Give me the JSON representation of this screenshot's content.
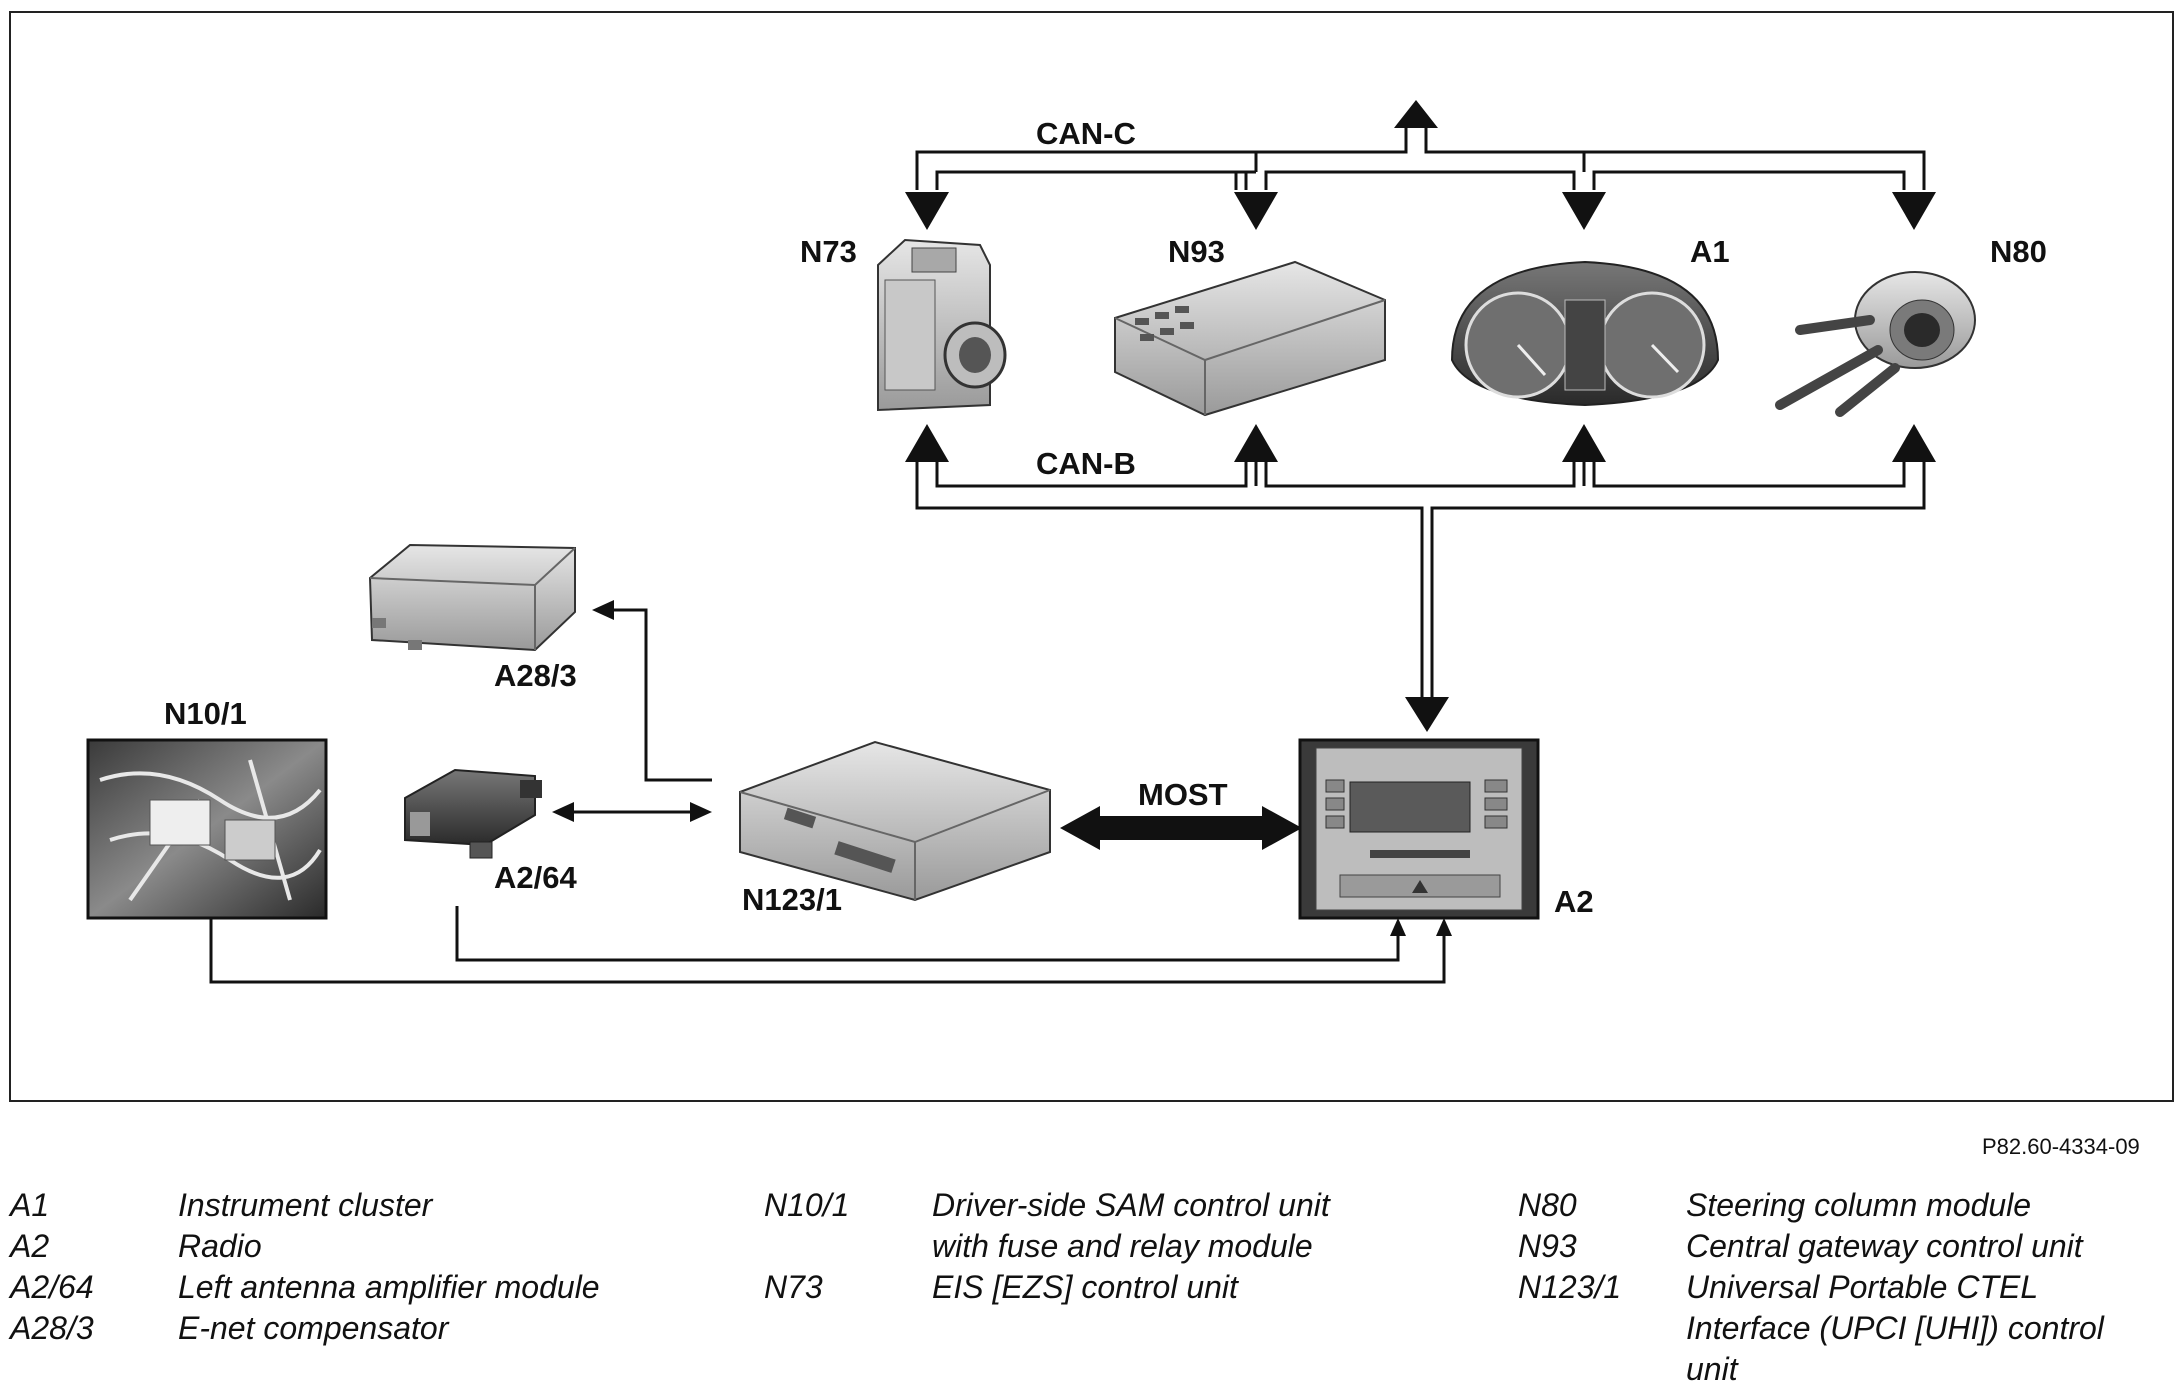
{
  "diagram": {
    "labels": {
      "can_c": "CAN-C",
      "can_b": "CAN-B",
      "most": "MOST",
      "n73": "N73",
      "n93": "N93",
      "a1": "A1",
      "n80": "N80",
      "a28_3": "A28/3",
      "n10_1": "N10/1",
      "a2_64": "A2/64",
      "n123_1": "N123/1",
      "a2": "A2"
    },
    "reference": "P82.60-4334-09"
  },
  "legend": {
    "col1": [
      {
        "code": "A1",
        "desc": "Instrument cluster"
      },
      {
        "code": "A2",
        "desc": "Radio"
      },
      {
        "code": "A2/64",
        "desc": "Left antenna amplifier module"
      },
      {
        "code": "A28/3",
        "desc": "E-net compensator"
      }
    ],
    "col2": [
      {
        "code": "N10/1",
        "desc_l1": "Driver-side SAM control unit",
        "desc_l2": "with fuse and relay module"
      },
      {
        "code": "N73",
        "desc": "EIS [EZS] control unit"
      }
    ],
    "col3": [
      {
        "code": "N80",
        "desc": "Steering column module"
      },
      {
        "code": "N93",
        "desc": "Central gateway control unit"
      },
      {
        "code": "N123/1",
        "desc_l1": "Universal Portable CTEL",
        "desc_l2": "Interface (UPCI [UHI]) control",
        "desc_l3": "unit"
      }
    ]
  }
}
